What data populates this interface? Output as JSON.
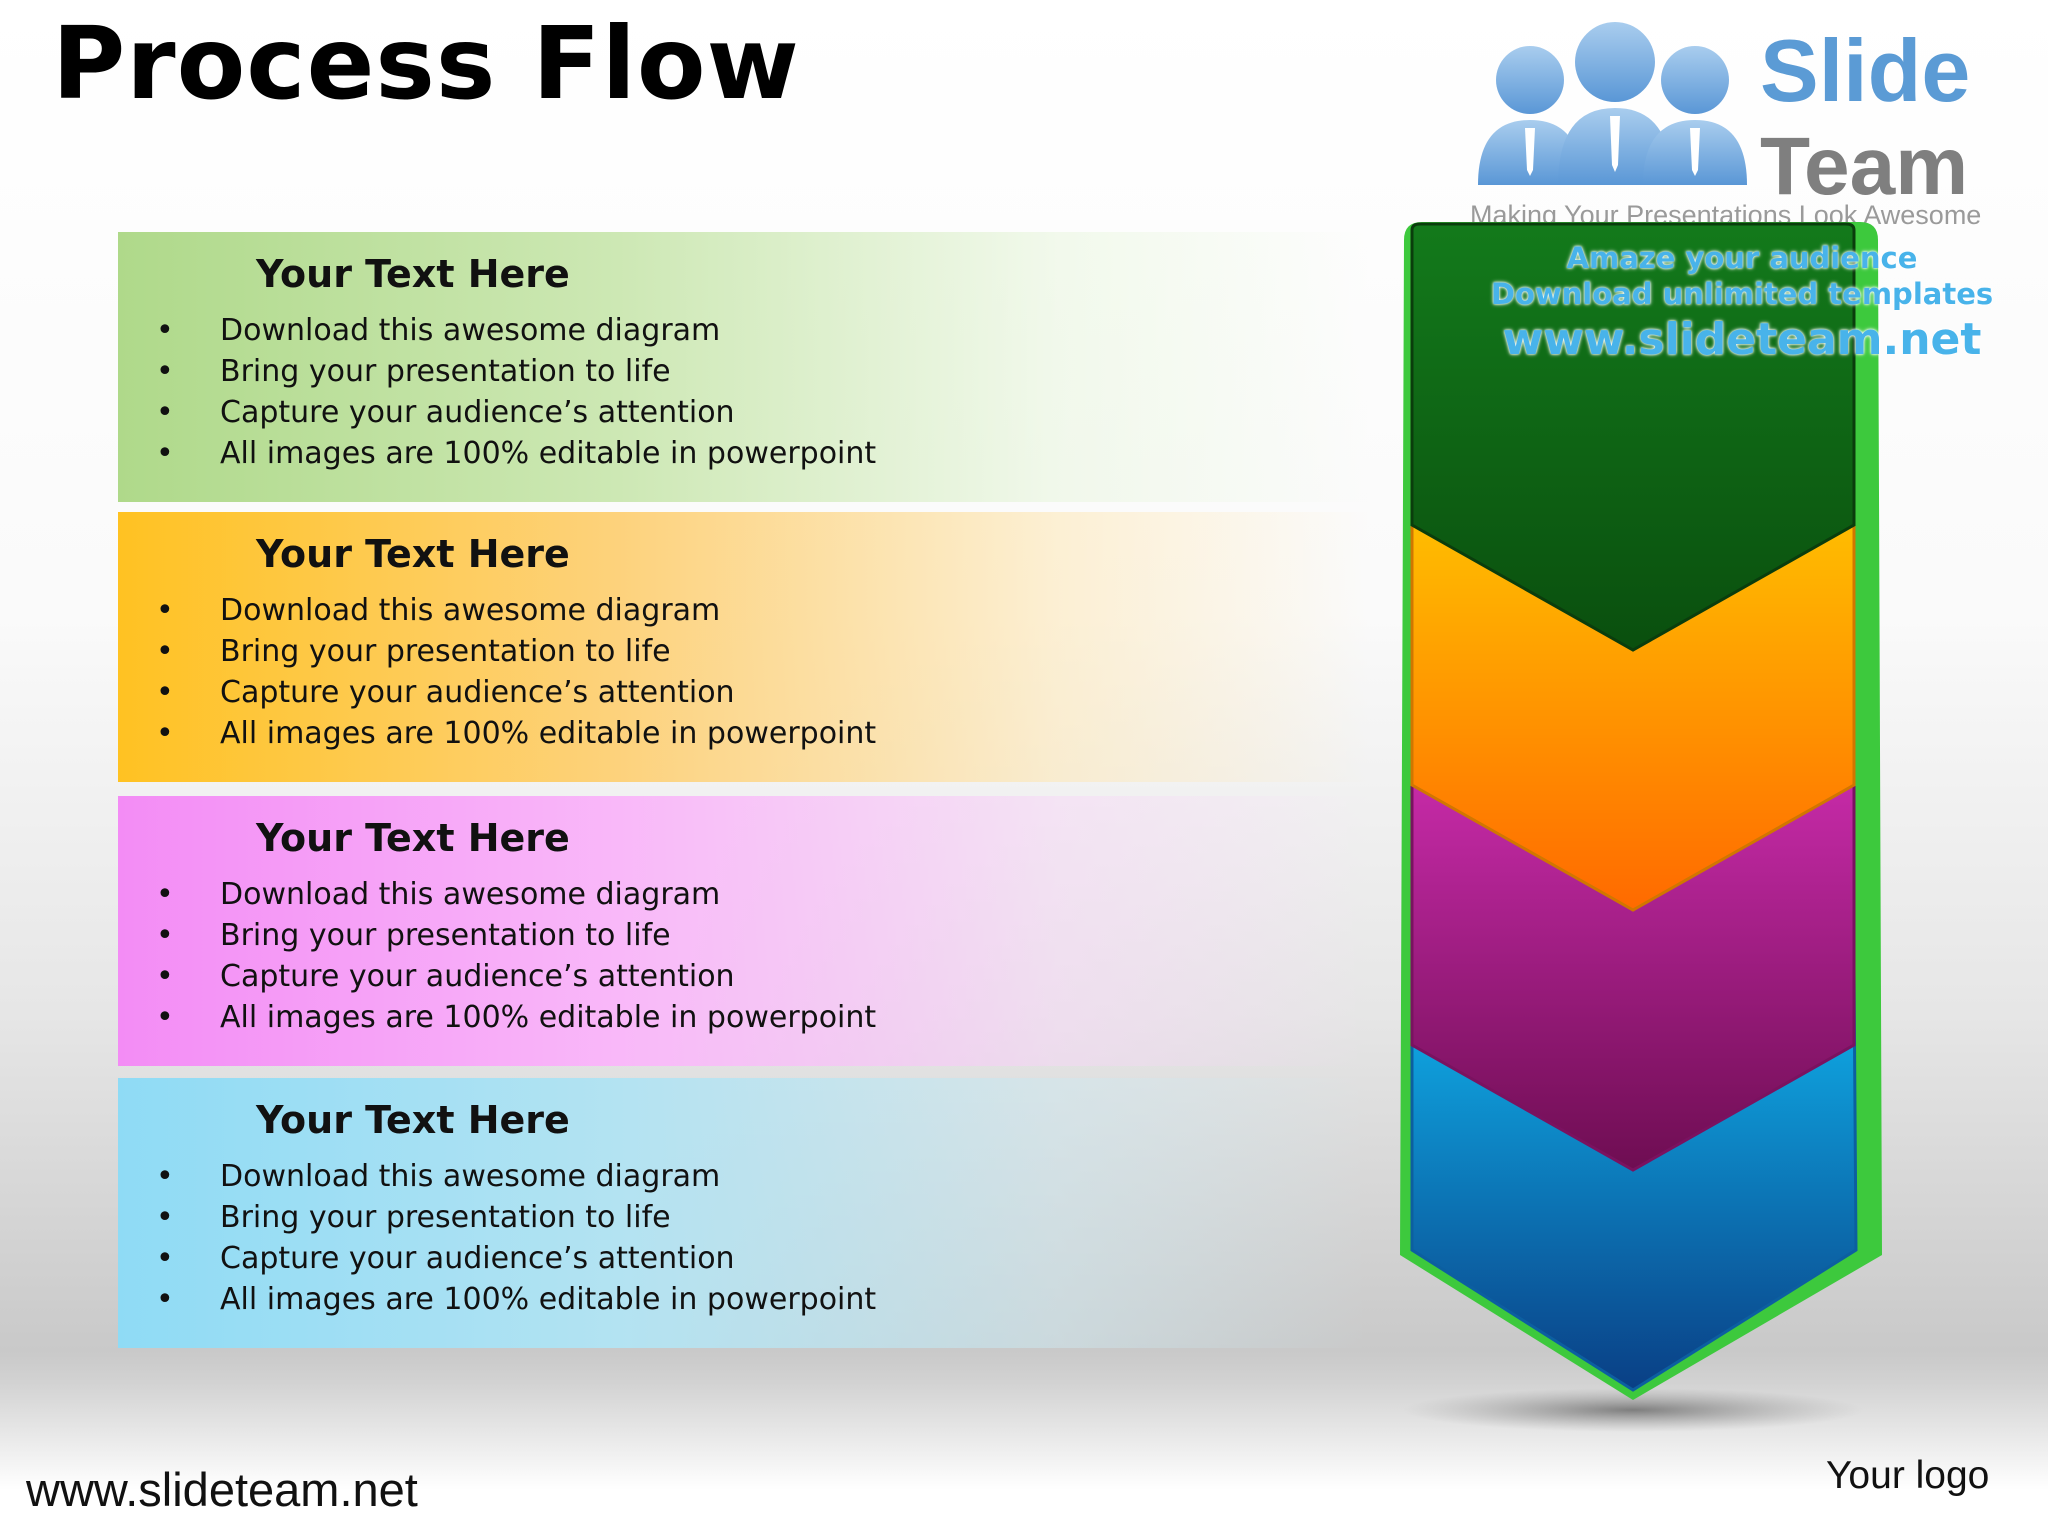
{
  "title": "Process Flow",
  "brand": {
    "slide": "Slide",
    "team": "Team",
    "tagline": "Making Your Presentations Look Awesome"
  },
  "watermark": {
    "line1": "Amaze your audience",
    "line2": "Download unlimited templates",
    "line3": "www.slideteam.net"
  },
  "panels": [
    {
      "heading": "Your Text Here",
      "bullets": [
        "Download this awesome diagram",
        "Bring your presentation to life",
        "Capture your audience’s attention",
        "All images are 100% editable in powerpoint"
      ],
      "color": "#afd98a"
    },
    {
      "heading": "Your Text Here",
      "bullets": [
        "Download this awesome diagram",
        "Bring your presentation to life",
        "Capture your audience’s attention",
        "All images are 100% editable in powerpoint"
      ],
      "color": "#ffc222"
    },
    {
      "heading": "Your Text Here",
      "bullets": [
        "Download this awesome diagram",
        "Bring your presentation to life",
        "Capture your audience’s attention",
        "All images are 100% editable in powerpoint"
      ],
      "color": "#f38cf5"
    },
    {
      "heading": "Your Text Here",
      "bullets": [
        "Download this awesome diagram",
        "Bring your presentation to life",
        "Capture your audience’s attention",
        "All images are 100% editable in powerpoint"
      ],
      "color": "#8fdbf5"
    }
  ],
  "arrow_colors": {
    "outline": "#3dc93d",
    "step1": "#0e6b14",
    "step2": "#ffaa00",
    "step3": "#b81f9c",
    "step4": "#1a8ed6"
  },
  "footer": {
    "url": "www.slideteam.net",
    "logo": "Your logo"
  }
}
